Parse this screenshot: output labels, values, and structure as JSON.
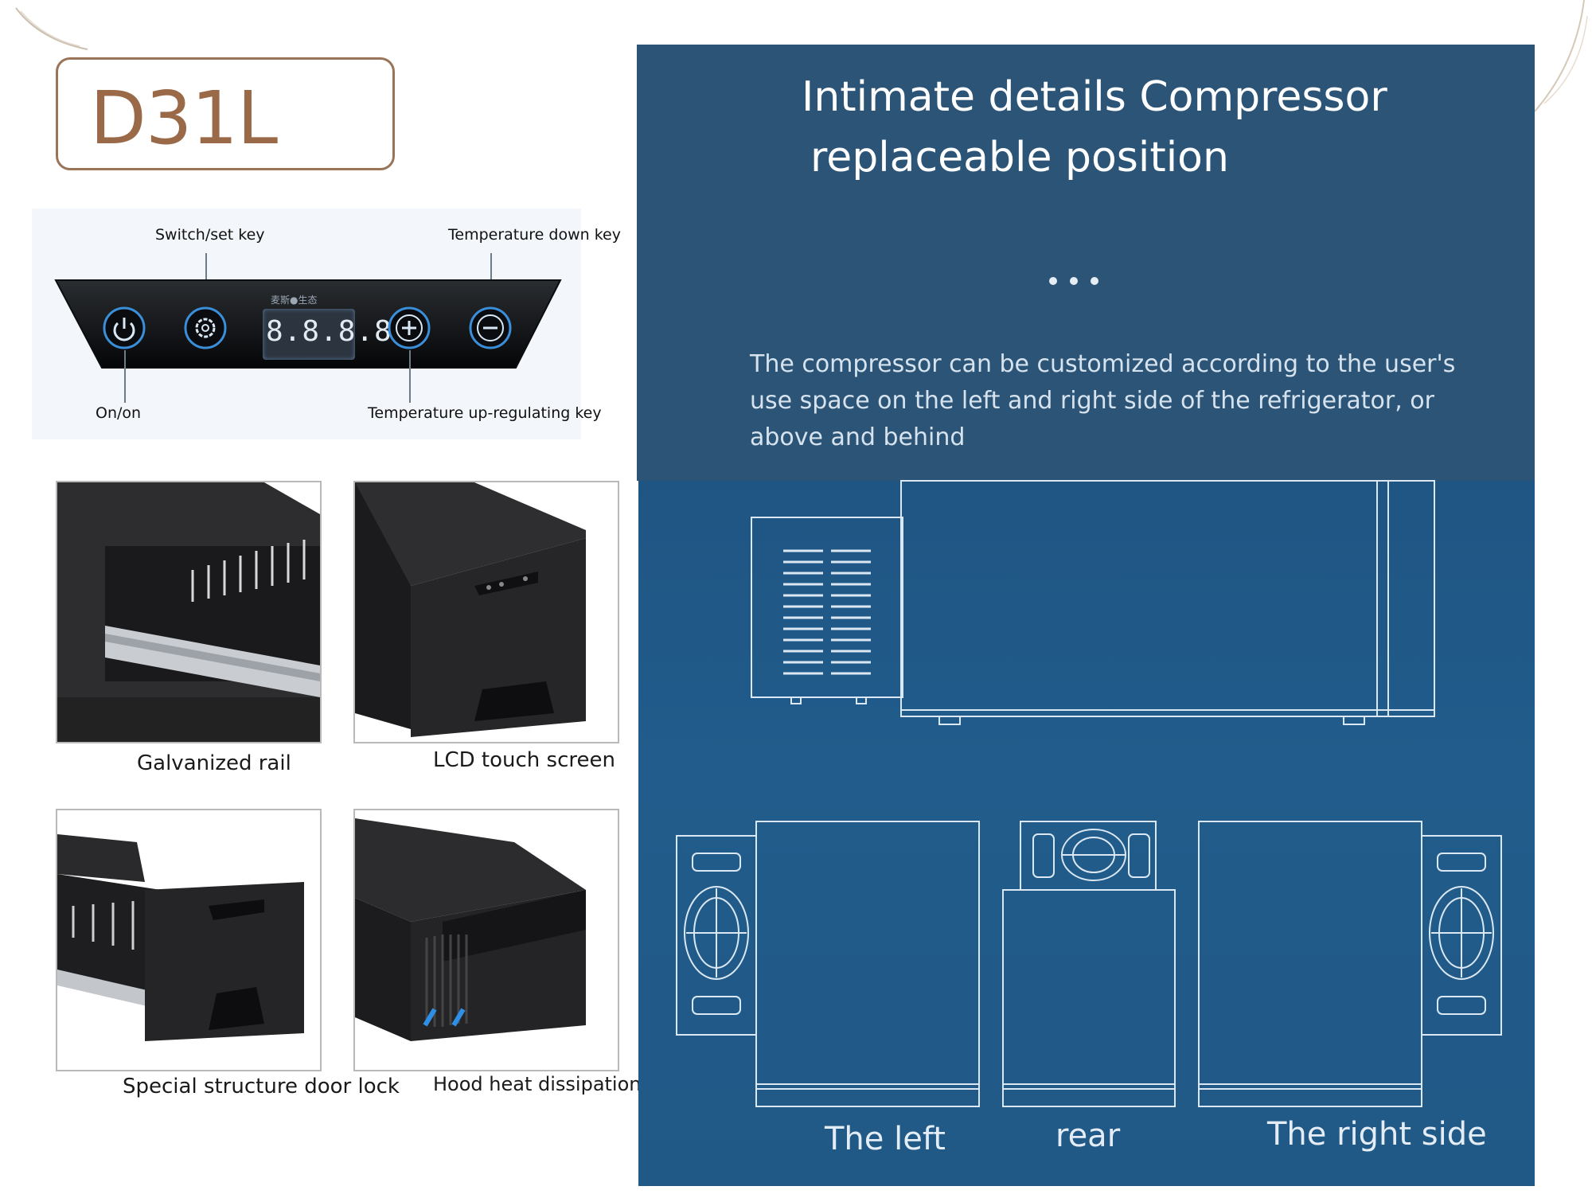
{
  "model": "D31L",
  "control_panel": {
    "brand_text": "麦斯●生态",
    "display": "8.8.8.8",
    "labels": {
      "switch_set": "Switch/set key",
      "temp_down": "Temperature down key",
      "on_off": "On/on",
      "temp_up": "Temperature up-regulating key"
    }
  },
  "features": [
    {
      "caption": "Galvanized rail"
    },
    {
      "caption": "LCD touch screen"
    },
    {
      "caption": "Special structure door lock"
    },
    {
      "caption": "Hood heat dissipation"
    }
  ],
  "info": {
    "heading_line1": "Intimate details Compressor",
    "heading_line2": "replaceable position",
    "desc_line1": "The compressor can be customized according to the user's",
    "desc_line2": " use space on the left and right side of the refrigerator, or",
    "desc_line3": "above and behind",
    "views": {
      "left": "The left",
      "rear": "rear",
      "right": "The right side"
    }
  },
  "colors": {
    "model_border": "#9a7458",
    "model_text": "#9a6a48",
    "blue_top": "#2b5477",
    "blue_bottom": "#1f5583",
    "blueprint_line": "#dbe8f3"
  }
}
